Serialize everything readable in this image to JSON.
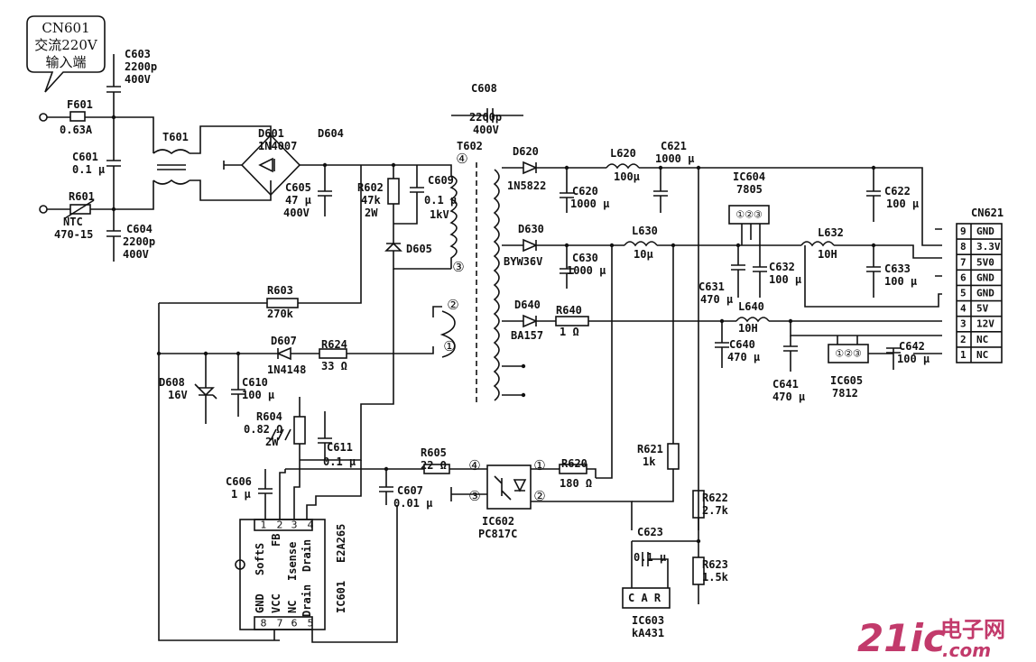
{
  "callout": {
    "line1": "CN601",
    "line2": "交流220V",
    "line3": "输入端"
  },
  "labels": {
    "c603": "C603",
    "c603v": "2200p",
    "c603r": "400V",
    "f601": "F601",
    "f601v": "0.63A",
    "t601": "T601",
    "c601": "C601",
    "c601v": "0.1 μ",
    "r601": "R601",
    "r601t": "NTC",
    "r601v": "470-15",
    "c604": "C604",
    "c604v": "2200p",
    "c604r": "400V",
    "d601": "D601",
    "d604": "D604",
    "d601v": "1N4007",
    "c605": "C605",
    "c605v": "47 μ",
    "c605r": "400V",
    "r602": "R602",
    "r602v": "47k",
    "r602w": "2W",
    "c609": "C609",
    "c609v": "0.1 μ",
    "c609r": "1kV",
    "d605": "D605",
    "c608": "C608",
    "c608v": "2200p",
    "c608r": "400V",
    "t602": "T602",
    "d620": "D620",
    "d620v": "1N5822",
    "l620": "L620",
    "l620v": "100μ",
    "c621": "C621",
    "c621v": "1000 μ",
    "c620": "C620",
    "c620v": "1000 μ",
    "ic604": "IC604",
    "ic604v": "7805",
    "c622": "C622",
    "c622v": "100 μ",
    "d630": "D630",
    "d630v": "BYW36V",
    "l630": "L630",
    "l630v": "10μ",
    "c630": "C630",
    "c630v": "1000 μ",
    "l632": "L632",
    "l632v": "10H",
    "c631": "C631",
    "c631v": "470 μ",
    "c632": "C632",
    "c632v": "100 μ",
    "c633": "C633",
    "c633v": "100 μ",
    "d640": "D640",
    "d640v": "BA157",
    "r640": "R640",
    "r640v": "1 Ω",
    "l640": "L640",
    "l640v": "10H",
    "c640": "C640",
    "c640v": "470 μ",
    "c641": "C641",
    "c641v": "470 μ",
    "ic605": "IC605",
    "ic605v": "7812",
    "c642": "C642",
    "c642v": "100 μ",
    "r603": "R603",
    "r603v": "270k",
    "d607": "D607",
    "d607v": "1N4148",
    "r624": "R624",
    "r624v": "33 Ω",
    "d608": "D608",
    "d608v": "16V",
    "c610": "C610",
    "c610v": "100 μ",
    "r604": "R604",
    "r604v": "0.82 Ω",
    "r604w": "2W",
    "c611": "C611",
    "c611v": "0.1 μ",
    "r605": "R605",
    "r605v": "22 Ω",
    "c606": "C606",
    "c606v": "1 μ",
    "c607": "C607",
    "c607v": "0.01 μ",
    "ic602": "IC602",
    "ic602v": "PC817C",
    "r620": "R620",
    "r620v": "180 Ω",
    "r621": "R621",
    "r621v": "1k",
    "r622": "R622",
    "r622v": "2.7k",
    "c623": "C623",
    "c623v": "0.1 μ",
    "r623": "R623",
    "r623v": "1.5k",
    "ic603": "IC603",
    "ic603v": "kA431",
    "ic603pins": "C  A  R",
    "ic601": "IC601",
    "ic601v": "E2A265",
    "ic601top": [
      "SoftS",
      "FB",
      "Isense",
      "Drain"
    ],
    "ic601bot": [
      "GND",
      "VCC",
      "NC",
      "Drain"
    ]
  },
  "pins": {
    "one": "①",
    "two": "②",
    "three": "③",
    "four": "④",
    "ic604": "①②③",
    "ic605": "①②③"
  },
  "ic601_pin_numbers": [
    "1",
    "2",
    "3",
    "4",
    "8",
    "7",
    "6",
    "5"
  ],
  "cn621": {
    "title": "CN621",
    "rows": [
      {
        "num": "9",
        "name": "GND"
      },
      {
        "num": "8",
        "name": "3.3V"
      },
      {
        "num": "7",
        "name": "5V0"
      },
      {
        "num": "6",
        "name": "GND"
      },
      {
        "num": "5",
        "name": "GND"
      },
      {
        "num": "4",
        "name": "5V"
      },
      {
        "num": "3",
        "name": "12V"
      },
      {
        "num": "2",
        "name": "NC"
      },
      {
        "num": "1",
        "name": "NC"
      }
    ]
  },
  "watermark": {
    "brand": "21ic",
    "cn": "电子网",
    "dom": ".com"
  },
  "colors": {
    "line": "#111111",
    "watermark": "#c23a6b"
  }
}
